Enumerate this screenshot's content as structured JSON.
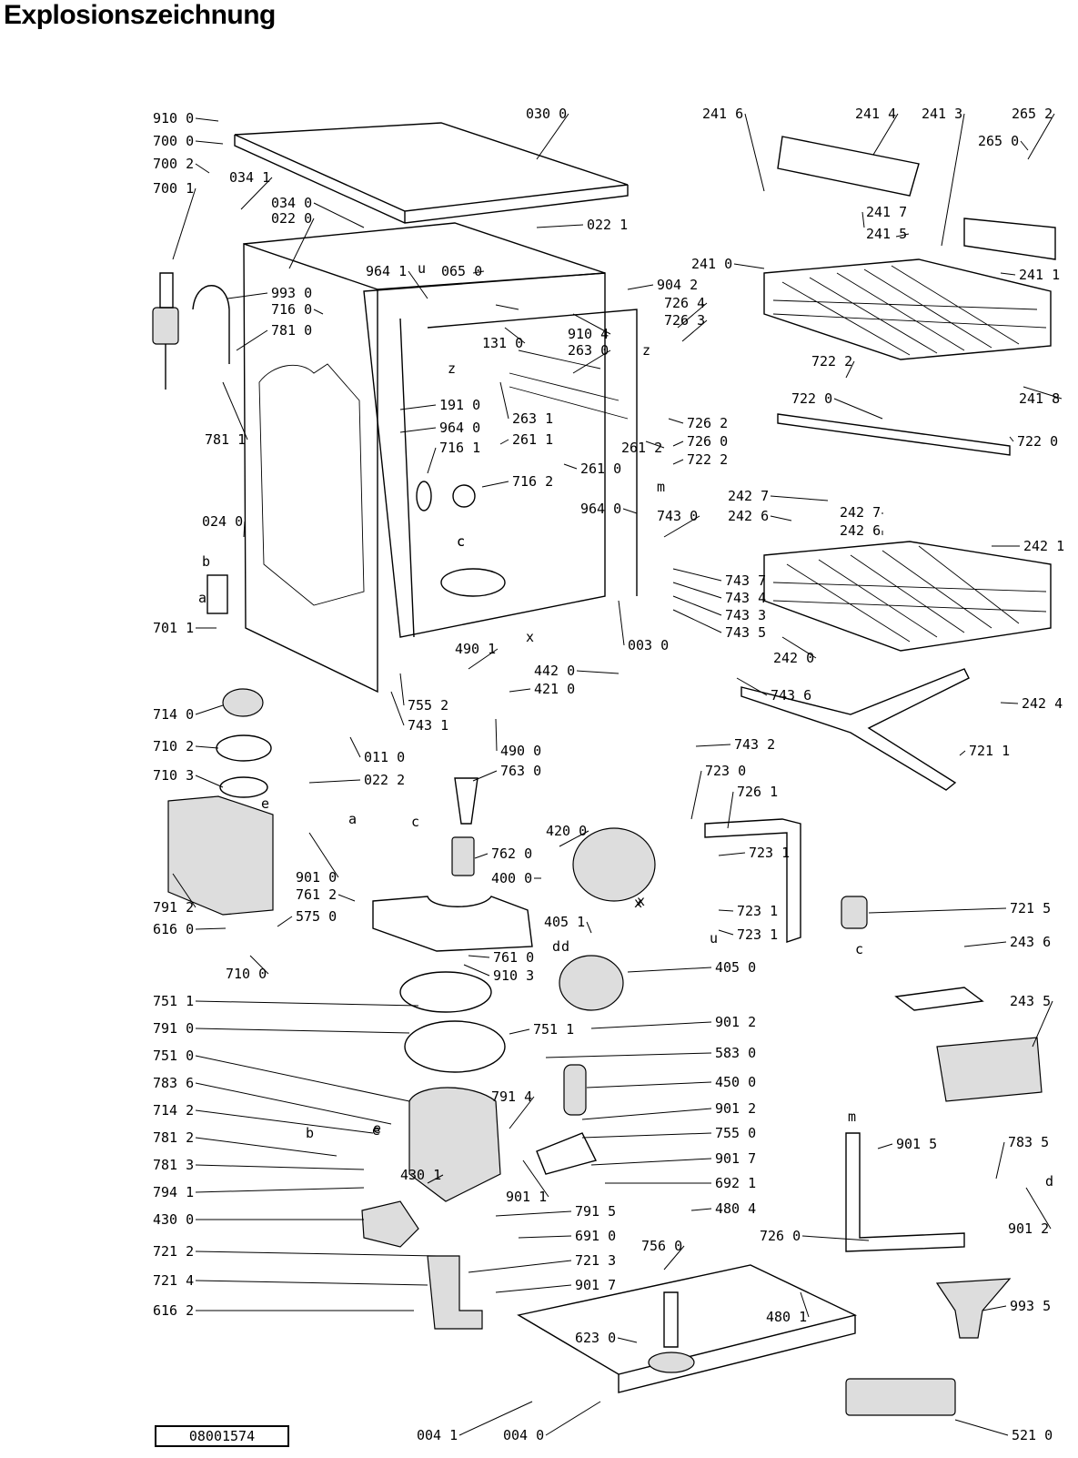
{
  "title": "Explosionszeichnung",
  "drawing_number": "08001574",
  "callouts": [
    {
      "id": "c1",
      "text": "910 0"
    },
    {
      "id": "c2",
      "text": "700 0"
    },
    {
      "id": "c3",
      "text": "700 2"
    },
    {
      "id": "c4",
      "text": "700 1"
    },
    {
      "id": "c5",
      "text": "034 1"
    },
    {
      "id": "c6",
      "text": "034 0"
    },
    {
      "id": "c7",
      "text": "022 0"
    },
    {
      "id": "c8",
      "text": "030 0"
    },
    {
      "id": "c9",
      "text": "022 1"
    },
    {
      "id": "c10",
      "text": "964 1"
    },
    {
      "id": "c11",
      "text": "065 0"
    },
    {
      "id": "c12",
      "text": "993 0"
    },
    {
      "id": "c13",
      "text": "716 0"
    },
    {
      "id": "c14",
      "text": "781 0"
    },
    {
      "id": "c15",
      "text": "781 1"
    },
    {
      "id": "c16",
      "text": "904 2"
    },
    {
      "id": "c17",
      "text": "726 4"
    },
    {
      "id": "c18",
      "text": "726 3"
    },
    {
      "id": "c19",
      "text": "910 4"
    },
    {
      "id": "c20",
      "text": "263 0"
    },
    {
      "id": "c21",
      "text": "131 0"
    },
    {
      "id": "c22",
      "text": "191 0"
    },
    {
      "id": "c23",
      "text": "964 0"
    },
    {
      "id": "c24",
      "text": "716 1"
    },
    {
      "id": "c25",
      "text": "263 1"
    },
    {
      "id": "c26",
      "text": "261 1"
    },
    {
      "id": "c27",
      "text": "261 2"
    },
    {
      "id": "c28",
      "text": "261 0"
    },
    {
      "id": "c29",
      "text": "716 2"
    },
    {
      "id": "c30",
      "text": "726 2"
    },
    {
      "id": "c31",
      "text": "726 0"
    },
    {
      "id": "c32",
      "text": "722 2"
    },
    {
      "id": "c33",
      "text": "964 0"
    },
    {
      "id": "c34",
      "text": "024 0"
    },
    {
      "id": "c35",
      "text": "743 0"
    },
    {
      "id": "c36",
      "text": "701 1"
    },
    {
      "id": "c37",
      "text": "003 0"
    },
    {
      "id": "c38",
      "text": "743 7"
    },
    {
      "id": "c39",
      "text": "743 4"
    },
    {
      "id": "c40",
      "text": "743 3"
    },
    {
      "id": "c41",
      "text": "743 5"
    },
    {
      "id": "c42",
      "text": "743 6"
    },
    {
      "id": "c43",
      "text": "490 1"
    },
    {
      "id": "c44",
      "text": "442 0"
    },
    {
      "id": "c45",
      "text": "421 0"
    },
    {
      "id": "c46",
      "text": "714 0"
    },
    {
      "id": "c47",
      "text": "755 2"
    },
    {
      "id": "c48",
      "text": "743 1"
    },
    {
      "id": "c49",
      "text": "710 2"
    },
    {
      "id": "c50",
      "text": "011 0"
    },
    {
      "id": "c51",
      "text": "490 0"
    },
    {
      "id": "c52",
      "text": "763 0"
    },
    {
      "id": "c53",
      "text": "743 2"
    },
    {
      "id": "c54",
      "text": "710 3"
    },
    {
      "id": "c55",
      "text": "022 2"
    },
    {
      "id": "c56",
      "text": "723 0"
    },
    {
      "id": "c57",
      "text": "726 1"
    },
    {
      "id": "c58",
      "text": "420 0"
    },
    {
      "id": "c59",
      "text": "762 0"
    },
    {
      "id": "c60",
      "text": "400 0"
    },
    {
      "id": "c61",
      "text": "723 1"
    },
    {
      "id": "c62",
      "text": "901 0"
    },
    {
      "id": "c63",
      "text": "761 2"
    },
    {
      "id": "c64",
      "text": "791 2"
    },
    {
      "id": "c65",
      "text": "616 0"
    },
    {
      "id": "c66",
      "text": "575 0"
    },
    {
      "id": "c67",
      "text": "405 1"
    },
    {
      "id": "c68",
      "text": "723 1"
    },
    {
      "id": "c69",
      "text": "723 1"
    },
    {
      "id": "c70",
      "text": "710 0"
    },
    {
      "id": "c71",
      "text": "761 0"
    },
    {
      "id": "c72",
      "text": "910 3"
    },
    {
      "id": "c73",
      "text": "405 0"
    },
    {
      "id": "c74",
      "text": "751 1"
    },
    {
      "id": "c75",
      "text": "751 1"
    },
    {
      "id": "c76",
      "text": "901 2"
    },
    {
      "id": "c77",
      "text": "791 0"
    },
    {
      "id": "c78",
      "text": "583 0"
    },
    {
      "id": "c79",
      "text": "751 0"
    },
    {
      "id": "c80",
      "text": "450 0"
    },
    {
      "id": "c81",
      "text": "783 6"
    },
    {
      "id": "c82",
      "text": "791 4"
    },
    {
      "id": "c83",
      "text": "901 2"
    },
    {
      "id": "c84",
      "text": "714 2"
    },
    {
      "id": "c85",
      "text": "755 0"
    },
    {
      "id": "c86",
      "text": "781 2"
    },
    {
      "id": "c87",
      "text": "901 7"
    },
    {
      "id": "c88",
      "text": "781 3"
    },
    {
      "id": "c89",
      "text": "430 1"
    },
    {
      "id": "c90",
      "text": "692 1"
    },
    {
      "id": "c91",
      "text": "794 1"
    },
    {
      "id": "c92",
      "text": "901 1"
    },
    {
      "id": "c93",
      "text": "791 5"
    },
    {
      "id": "c94",
      "text": "480 4"
    },
    {
      "id": "c95",
      "text": "430 0"
    },
    {
      "id": "c96",
      "text": "691 0"
    },
    {
      "id": "c97",
      "text": "721 2"
    },
    {
      "id": "c98",
      "text": "756 0"
    },
    {
      "id": "c99",
      "text": "721 3"
    },
    {
      "id": "c100",
      "text": "721 4"
    },
    {
      "id": "c101",
      "text": "901 7"
    },
    {
      "id": "c102",
      "text": "616 2"
    },
    {
      "id": "c103",
      "text": "623 0"
    },
    {
      "id": "c104",
      "text": "480 1"
    },
    {
      "id": "c105",
      "text": "004 1"
    },
    {
      "id": "c106",
      "text": "004 0"
    },
    {
      "id": "c107",
      "text": "241 6"
    },
    {
      "id": "c108",
      "text": "241 4"
    },
    {
      "id": "c109",
      "text": "241 3"
    },
    {
      "id": "c110",
      "text": "265 2"
    },
    {
      "id": "c111",
      "text": "265 0"
    },
    {
      "id": "c112",
      "text": "241 7"
    },
    {
      "id": "c113",
      "text": "241 5"
    },
    {
      "id": "c114",
      "text": "241 0"
    },
    {
      "id": "c115",
      "text": "241 1"
    },
    {
      "id": "c116",
      "text": "722 2"
    },
    {
      "id": "c117",
      "text": "722 0"
    },
    {
      "id": "c118",
      "text": "241 8"
    },
    {
      "id": "c119",
      "text": "722 0"
    },
    {
      "id": "c120",
      "text": "242 7"
    },
    {
      "id": "c121",
      "text": "242 6"
    },
    {
      "id": "c122",
      "text": "242 7"
    },
    {
      "id": "c123",
      "text": "242 6"
    },
    {
      "id": "c124",
      "text": "242 1"
    },
    {
      "id": "c125",
      "text": "242 0"
    },
    {
      "id": "c126",
      "text": "242 4"
    },
    {
      "id": "c127",
      "text": "721 1"
    },
    {
      "id": "c128",
      "text": "721 5"
    },
    {
      "id": "c129",
      "text": "243 6"
    },
    {
      "id": "c130",
      "text": "243 5"
    },
    {
      "id": "c131",
      "text": "783 5"
    },
    {
      "id": "c132",
      "text": "901 5"
    },
    {
      "id": "c133",
      "text": "901 2"
    },
    {
      "id": "c134",
      "text": "726 0"
    },
    {
      "id": "c135",
      "text": "993 5"
    },
    {
      "id": "c136",
      "text": "521 0"
    }
  ],
  "markers": [
    {
      "id": "m1",
      "text": "a"
    },
    {
      "id": "m2",
      "text": "b"
    },
    {
      "id": "m3",
      "text": "c"
    },
    {
      "id": "m4",
      "text": "d"
    },
    {
      "id": "m5",
      "text": "e"
    },
    {
      "id": "m6",
      "text": "m"
    },
    {
      "id": "m7",
      "text": "u"
    },
    {
      "id": "m8",
      "text": "x"
    },
    {
      "id": "m9",
      "text": "z"
    },
    {
      "id": "m10",
      "text": "c"
    },
    {
      "id": "m11",
      "text": "a"
    },
    {
      "id": "m12",
      "text": "b"
    },
    {
      "id": "m13",
      "text": "e"
    },
    {
      "id": "m14",
      "text": "d"
    },
    {
      "id": "m15",
      "text": "m"
    },
    {
      "id": "m16",
      "text": "u"
    },
    {
      "id": "m17",
      "text": "x"
    },
    {
      "id": "m18",
      "text": "z"
    },
    {
      "id": "m19",
      "text": "c"
    },
    {
      "id": "m20",
      "text": "d"
    },
    {
      "id": "m21",
      "text": "e"
    },
    {
      "id": "m22",
      "text": "c"
    },
    {
      "id": "m23",
      "text": "x"
    }
  ]
}
